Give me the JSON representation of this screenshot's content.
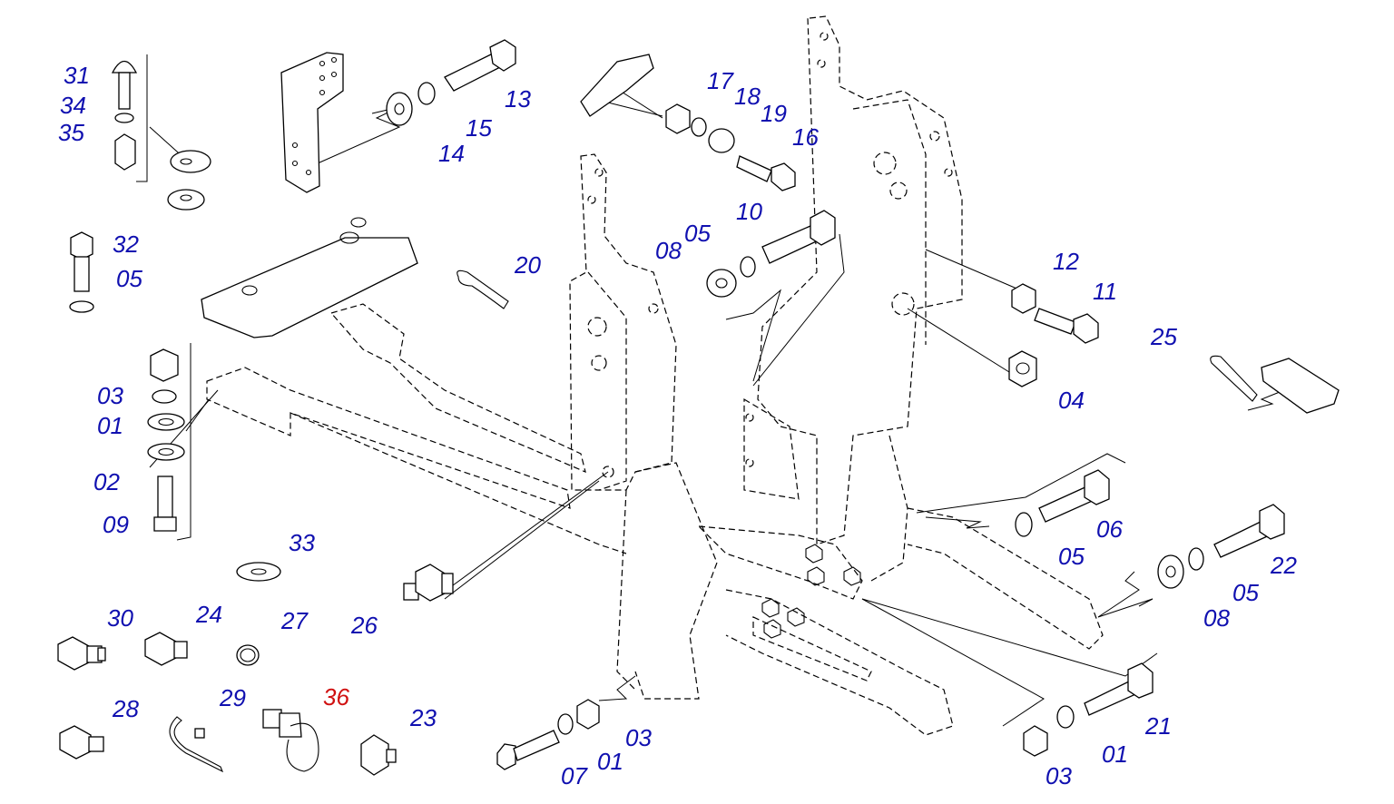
{
  "colors": {
    "label": "#1010b0",
    "highlight": "#d01010",
    "line": "#000000"
  },
  "labels": [
    {
      "id": "31",
      "text": "31",
      "color": "#1010b0"
    },
    {
      "id": "34",
      "text": "34",
      "color": "#1010b0"
    },
    {
      "id": "35",
      "text": "35",
      "color": "#1010b0"
    },
    {
      "id": "32",
      "text": "32",
      "color": "#1010b0"
    },
    {
      "id": "05a",
      "text": "05",
      "color": "#1010b0"
    },
    {
      "id": "03a",
      "text": "03",
      "color": "#1010b0"
    },
    {
      "id": "01a",
      "text": "01",
      "color": "#1010b0"
    },
    {
      "id": "02",
      "text": "02",
      "color": "#1010b0"
    },
    {
      "id": "09",
      "text": "09",
      "color": "#1010b0"
    },
    {
      "id": "33",
      "text": "33",
      "color": "#1010b0"
    },
    {
      "id": "30",
      "text": "30",
      "color": "#1010b0"
    },
    {
      "id": "24",
      "text": "24",
      "color": "#1010b0"
    },
    {
      "id": "27",
      "text": "27",
      "color": "#1010b0"
    },
    {
      "id": "26",
      "text": "26",
      "color": "#1010b0"
    },
    {
      "id": "28",
      "text": "28",
      "color": "#1010b0"
    },
    {
      "id": "29",
      "text": "29",
      "color": "#1010b0"
    },
    {
      "id": "36",
      "text": "36",
      "color": "#d01010"
    },
    {
      "id": "23",
      "text": "23",
      "color": "#1010b0"
    },
    {
      "id": "13",
      "text": "13",
      "color": "#1010b0"
    },
    {
      "id": "15",
      "text": "15",
      "color": "#1010b0"
    },
    {
      "id": "14",
      "text": "14",
      "color": "#1010b0"
    },
    {
      "id": "20",
      "text": "20",
      "color": "#1010b0"
    },
    {
      "id": "17",
      "text": "17",
      "color": "#1010b0"
    },
    {
      "id": "18",
      "text": "18",
      "color": "#1010b0"
    },
    {
      "id": "19",
      "text": "19",
      "color": "#1010b0"
    },
    {
      "id": "16",
      "text": "16",
      "color": "#1010b0"
    },
    {
      "id": "10",
      "text": "10",
      "color": "#1010b0"
    },
    {
      "id": "05b",
      "text": "05",
      "color": "#1010b0"
    },
    {
      "id": "08a",
      "text": "08",
      "color": "#1010b0"
    },
    {
      "id": "12",
      "text": "12",
      "color": "#1010b0"
    },
    {
      "id": "11",
      "text": "11",
      "color": "#1010b0"
    },
    {
      "id": "04",
      "text": "04",
      "color": "#1010b0"
    },
    {
      "id": "25",
      "text": "25",
      "color": "#1010b0"
    },
    {
      "id": "06",
      "text": "06",
      "color": "#1010b0"
    },
    {
      "id": "05c",
      "text": "05",
      "color": "#1010b0"
    },
    {
      "id": "22",
      "text": "22",
      "color": "#1010b0"
    },
    {
      "id": "05d",
      "text": "05",
      "color": "#1010b0"
    },
    {
      "id": "08b",
      "text": "08",
      "color": "#1010b0"
    },
    {
      "id": "03b",
      "text": "03",
      "color": "#1010b0"
    },
    {
      "id": "01b",
      "text": "01",
      "color": "#1010b0"
    },
    {
      "id": "07",
      "text": "07",
      "color": "#1010b0"
    },
    {
      "id": "21",
      "text": "21",
      "color": "#1010b0"
    },
    {
      "id": "01c",
      "text": "01",
      "color": "#1010b0"
    },
    {
      "id": "03c",
      "text": "03",
      "color": "#1010b0"
    }
  ]
}
